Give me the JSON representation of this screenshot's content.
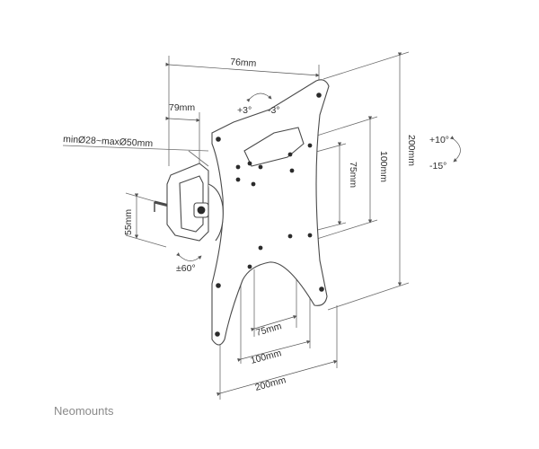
{
  "labels": {
    "top_width": "76mm",
    "arm_offset": "79mm",
    "tilt_up": "+3°",
    "tilt_down": "-3°",
    "pole_range": "minØ28~maxØ50mm",
    "clamp_height": "55mm",
    "swivel": "±60°",
    "vesa_75_vertical": "75mm",
    "vesa_100_vertical": "100mm",
    "plate_height": "200mm",
    "tilt_pos": "+10°",
    "tilt_neg": "-15°",
    "vesa_75_horizontal": "75mm",
    "vesa_100_horizontal": "100mm",
    "plate_width": "200mm"
  },
  "brand": "Neomounts",
  "colors": {
    "line": "#6b6b6b",
    "text": "#2e2e2e",
    "brand": "#8a8a8a"
  }
}
